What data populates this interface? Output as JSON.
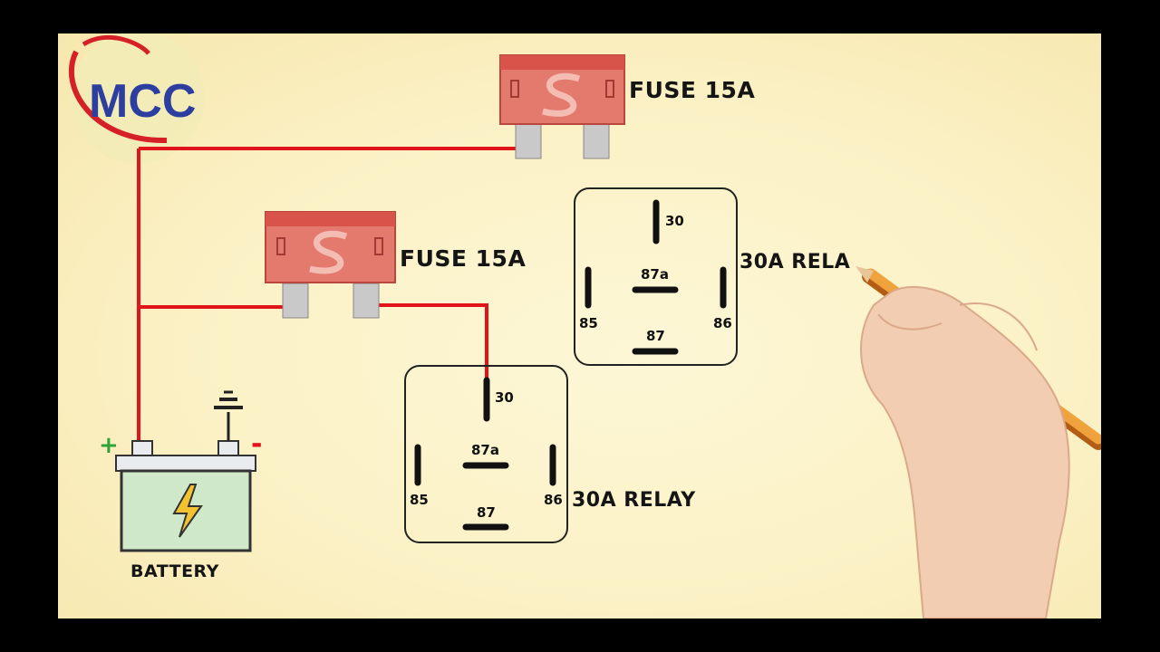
{
  "logo": {
    "text": "MCC"
  },
  "fuses": [
    {
      "label": "FUSE 15A"
    },
    {
      "label": "FUSE 15A"
    }
  ],
  "relays": [
    {
      "label": "30A RELAY",
      "pins": {
        "p30": "30",
        "p87a": "87a",
        "p87": "87",
        "p85": "85",
        "p86": "86"
      }
    },
    {
      "label": "30A RELA",
      "pins": {
        "p30": "30",
        "p87a": "87a",
        "p87": "87",
        "p85": "85",
        "p86": "86"
      }
    }
  ],
  "battery": {
    "label": "BATTERY",
    "plus": "+",
    "minus": "-"
  },
  "colors": {
    "wire": "#e2141b",
    "fuse_body": "#e47a6e",
    "battery_fill": "#cfe8c9",
    "background": "#fbf1c5"
  }
}
